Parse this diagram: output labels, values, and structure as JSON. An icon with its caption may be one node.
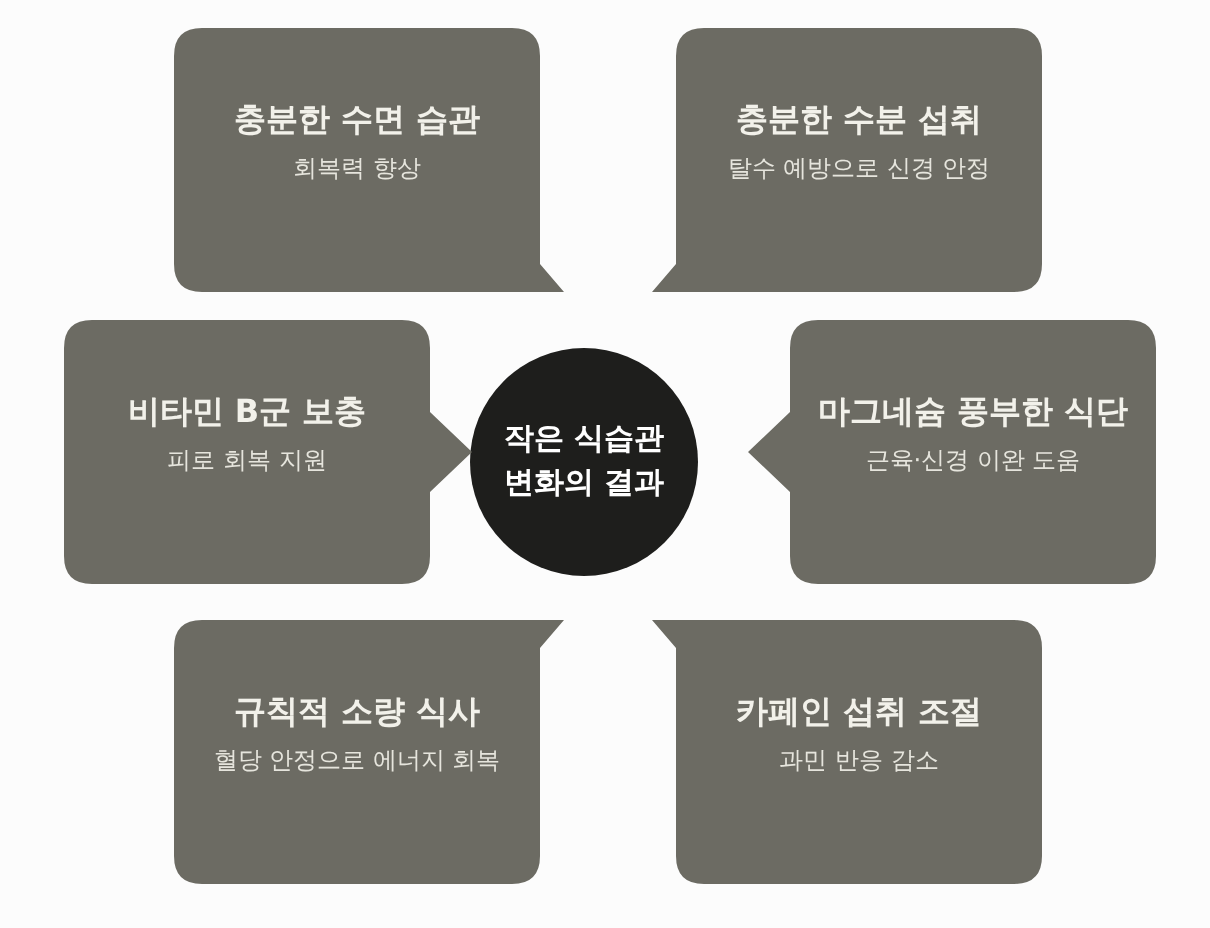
{
  "diagram": {
    "nodes": [
      {
        "text": [
          "작은 식습관 변화의 결과"
        ]
      },
      {
        "text": [
          "충분한 수면 습관",
          "회복력 향상"
        ]
      },
      {
        "text": [
          "충분한 수분 섭취",
          "탈수 예방으로 신경 안정"
        ]
      },
      {
        "text": [
          "비타민 B군 보충",
          "피로 회복 지원"
        ]
      },
      {
        "text": [
          "마그네슘 풍부한 식단",
          "근육·신경 이완 도움"
        ]
      },
      {
        "text": [
          "규칙적 소량 식사",
          "혈당 안정으로 에너지 회복"
        ]
      },
      {
        "text": [
          "카페인 섭취 조절",
          "과민 반응 감소"
        ]
      }
    ]
  }
}
